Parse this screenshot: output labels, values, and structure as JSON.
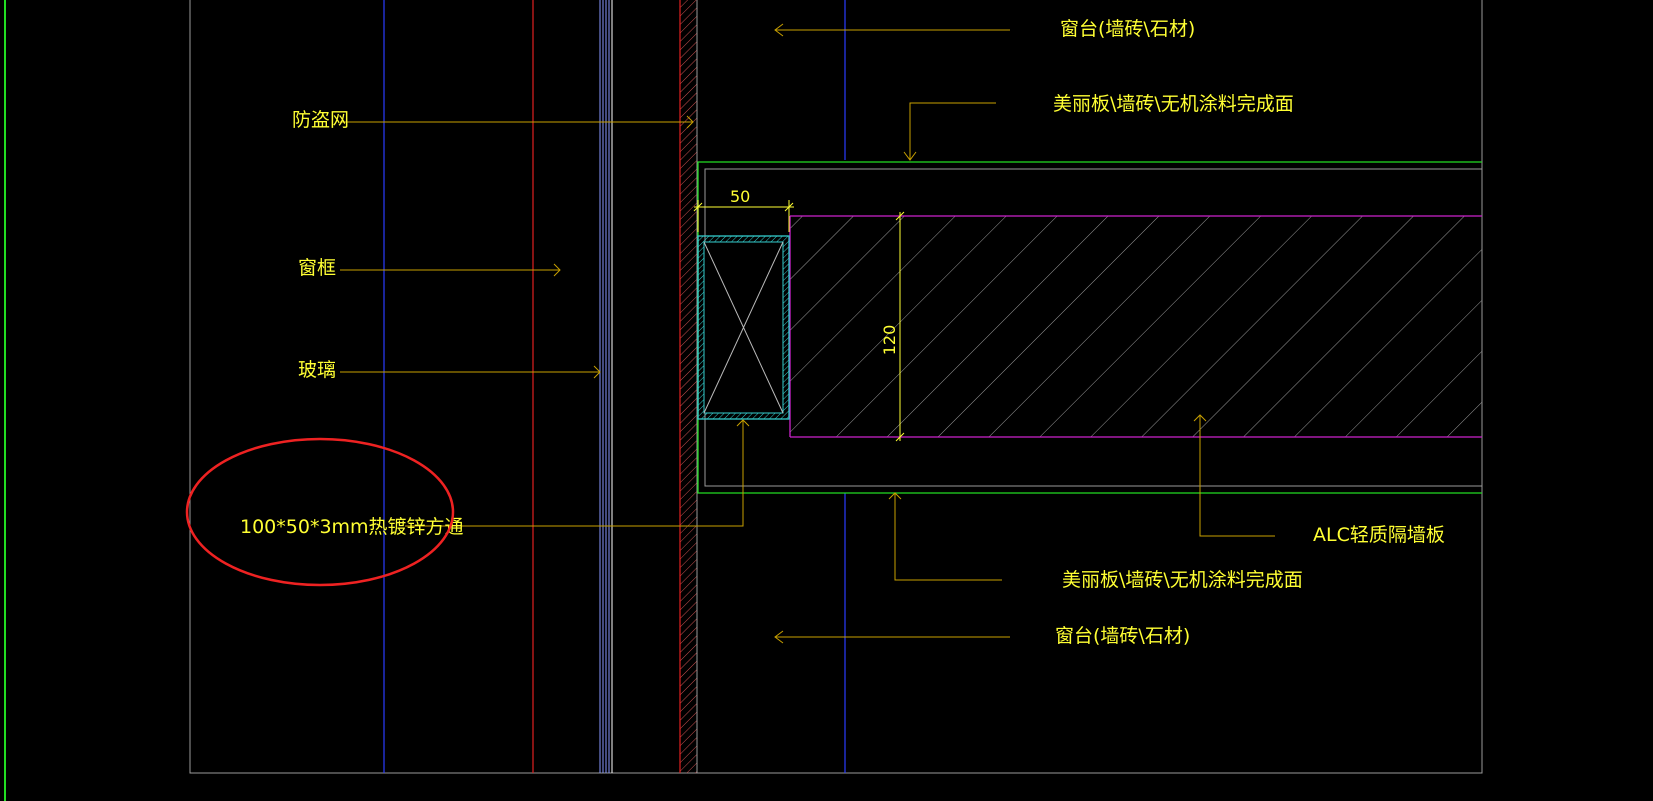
{
  "labels": {
    "window_sill_top": "窗台(墙砖\\石材)",
    "finish_top": "美丽板\\墙砖\\无机涂料完成面",
    "anti_theft_net": "防盗网",
    "window_frame": "窗框",
    "glass": "玻璃",
    "steel_tube": "100*50*3mm热镀锌方通",
    "alc_panel": "ALC轻质隔墙板",
    "finish_bottom": "美丽板\\墙砖\\无机涂料完成面",
    "window_sill_bottom": "窗台(墙砖\\石材)"
  },
  "dimensions": {
    "width": "50",
    "height": "120"
  },
  "colors": {
    "background": "#000000",
    "text": "#ffff33",
    "leader": "#c8a000",
    "frame_line": "#9a9a9a",
    "blue_axis": "#2a3cff",
    "red_line": "#e02020",
    "green_line": "#22dd22",
    "magenta_line": "#cc22cc",
    "cyan_line": "#33cccc",
    "highlight_circle": "#ee2222"
  }
}
